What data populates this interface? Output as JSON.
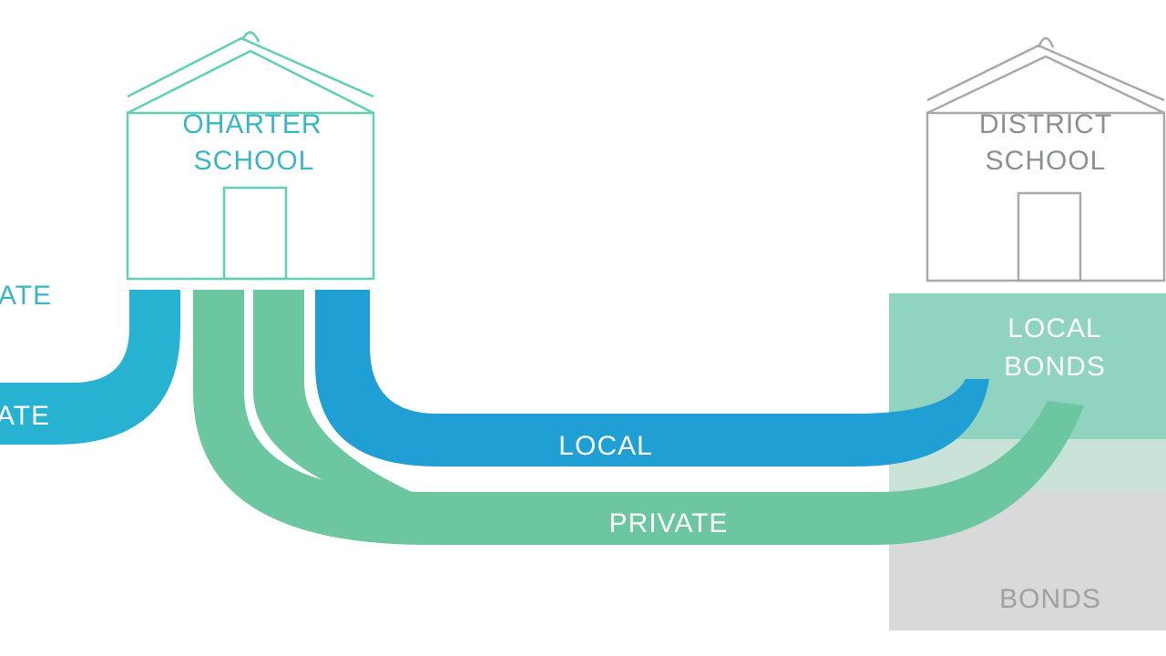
{
  "buildings": {
    "charter": {
      "line1": "OHARTER",
      "line2": "SCHOOL"
    },
    "district": {
      "line1": "DISTRICT",
      "line2": "SCHOOL"
    }
  },
  "flows": {
    "left_state_partial": "ATE",
    "left_private_partial": "ATE",
    "local": "LOCAL",
    "private": "PRIVATE"
  },
  "district_sources": {
    "local_bonds_line1": "LOCAL",
    "local_bonds_line2": "BONDS",
    "bonds": "BONDS"
  },
  "colors": {
    "charter_outline": "#5fd0b4",
    "district_outline": "#a9a9a9",
    "flow_left": "#27b2d2",
    "flow_local": "#1f9fd4",
    "flow_private": "#6cc6a0",
    "local_bonds_block": "#8fd3c0",
    "bonds_block": "#d9d9d9"
  }
}
